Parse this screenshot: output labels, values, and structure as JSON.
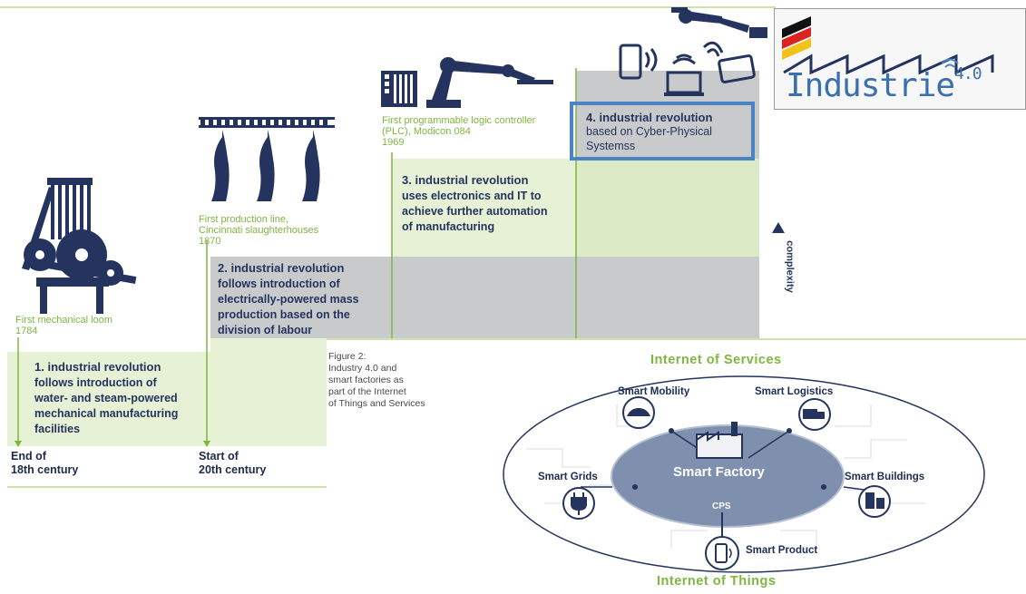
{
  "logo": {
    "text": "Industrie",
    "superscript": "4.0"
  },
  "timeline": [
    {
      "caption": [
        "First mechanical loom",
        "1784"
      ],
      "title": "1. industrial revolution",
      "body": [
        "follows introduction of",
        "water- and steam-powered",
        "mechanical manufacturing",
        "facilities"
      ],
      "era": [
        "End of",
        "18th century"
      ]
    },
    {
      "caption": [
        "First production line,",
        "Cincinnati slaughterhouses",
        "1870"
      ],
      "title": "2. industrial revolution",
      "body": [
        "follows introduction of",
        "electrically-powered mass",
        "production based on the",
        "division of labour"
      ],
      "era": [
        "Start of",
        "20th century"
      ]
    },
    {
      "caption": [
        "First programmable logic controller",
        "(PLC), Modicon 084",
        "1969"
      ],
      "title": "3. industrial revolution",
      "body": [
        "uses electronics and IT to",
        "achieve further automation",
        "of manufacturing"
      ]
    },
    {
      "title": "4. industrial revolution",
      "body": [
        "based on Cyber-Physical",
        "Systemss"
      ]
    }
  ],
  "complexity_label": "complexity",
  "figure_caption": [
    "Figure 2:",
    "Industry 4.0 and",
    "smart factories as",
    "part of the Internet",
    "of Things and Services"
  ],
  "iot": {
    "outer_top": "Internet of Services",
    "outer_bottom": "Internet of Things",
    "center": "Smart Factory",
    "cps": "CPS",
    "nodes": [
      "Smart Mobility",
      "Smart Logistics",
      "Smart Grids",
      "Smart Buildings",
      "Smart Product"
    ]
  },
  "colors": {
    "green": "#7fb640",
    "navy": "#25345e",
    "grey": "#c5c6c9",
    "lightgreen": "#e8f3d9",
    "blue": "#4a84c4"
  }
}
